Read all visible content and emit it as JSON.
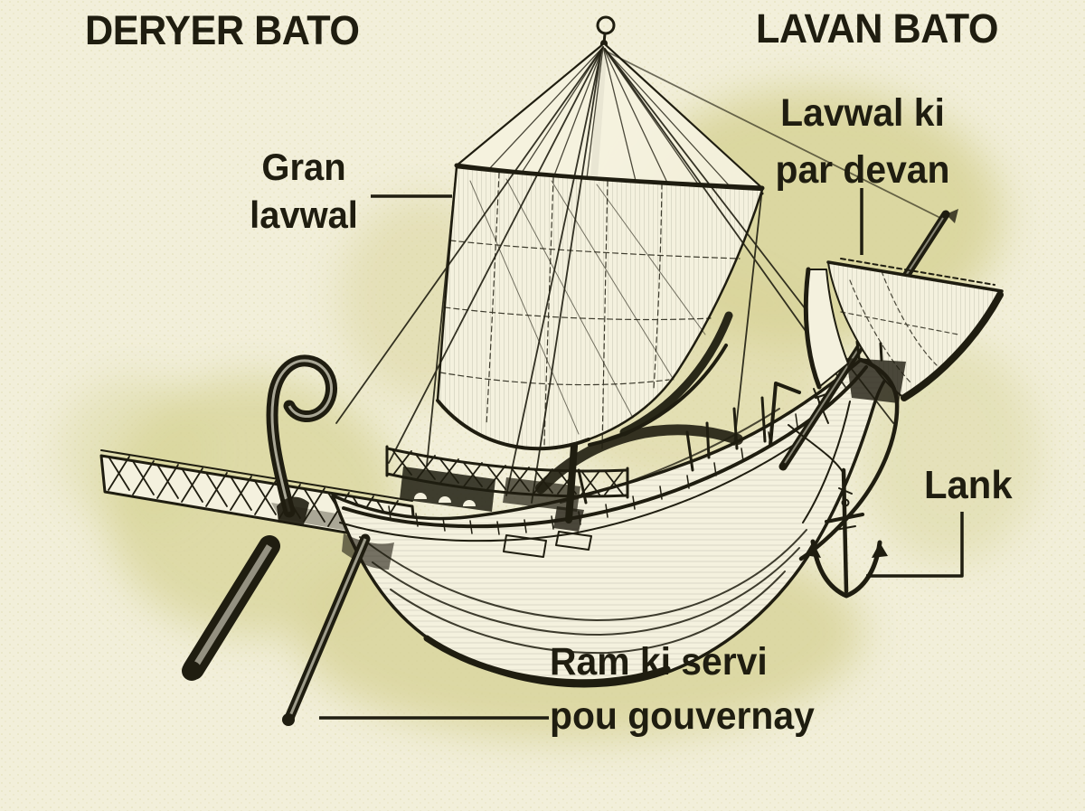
{
  "titles": {
    "left": "DERYER BATO",
    "right": "LAVAN BATO"
  },
  "labels": {
    "main_sail": {
      "line1": "Gran",
      "line2": "lavwal"
    },
    "fore_sail": {
      "line1": "Lavwal ki",
      "line2": "par devan"
    },
    "anchor": "Lank",
    "steering_oar": {
      "line1": "Ram ki servi",
      "line2": "pou gouvernay"
    }
  },
  "colors": {
    "background": "#f2efda",
    "tint": "#d8d49a",
    "ink": "#1f1d10",
    "sail": "#f4f1de"
  },
  "illustration": {
    "subject": "ancient-sailing-ship",
    "parts": [
      "stern-gallery",
      "swan-neck-ornament",
      "steering-oars",
      "hull",
      "main-mast",
      "main-sail",
      "topsail",
      "rigging",
      "fore-mast",
      "fore-sail",
      "bow",
      "anchor"
    ]
  }
}
